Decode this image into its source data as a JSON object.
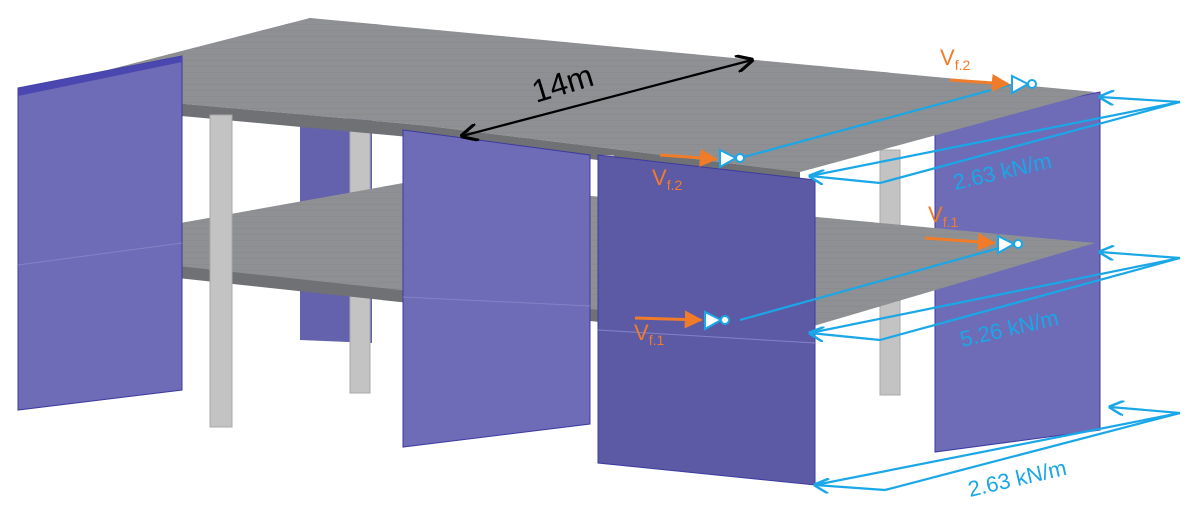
{
  "colors": {
    "wall": "#6e6cb6",
    "wall_dark": "#5c5aa5",
    "wall_edge": "#3d3aa0",
    "slab_top": "#8e9093",
    "slab_side": "#6f7174",
    "column": "#c3c3c3",
    "load_blue": "#1aa7e8",
    "force_orange": "#f07c2a"
  },
  "labels": {
    "span": "14m",
    "vf2_main": "V",
    "vf2_sub": "f.2",
    "vf1_main": "V",
    "vf1_sub": "f.1",
    "load_roof": "2.63 kN/m",
    "load_floor": "5.26 kN/m",
    "load_base": "2.63 kN/m"
  }
}
